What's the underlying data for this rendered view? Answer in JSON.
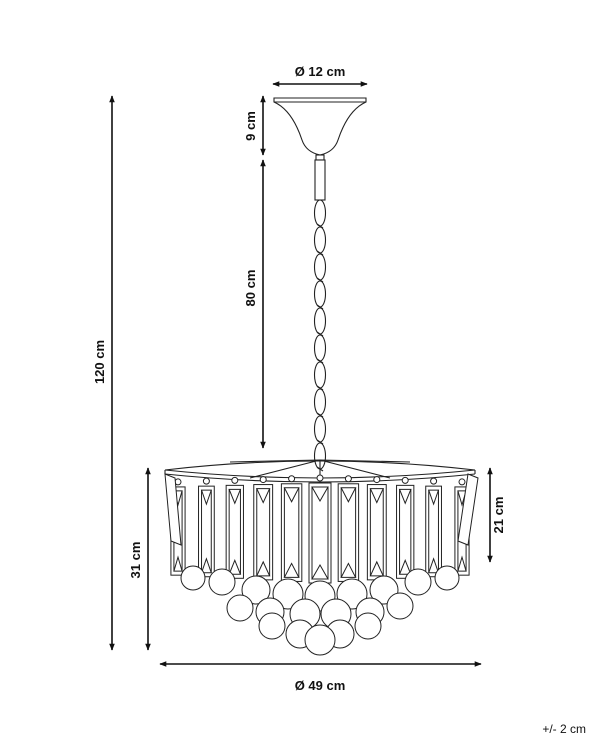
{
  "dimensions": {
    "canopy_diameter": "Ø 12 cm",
    "canopy_height": "9 cm",
    "chain_length": "80 cm",
    "total_height": "120 cm",
    "body_height": "31 cm",
    "crystal_height": "21 cm",
    "body_diameter": "Ø 49 cm"
  },
  "tolerance": "+/- 2 cm"
}
